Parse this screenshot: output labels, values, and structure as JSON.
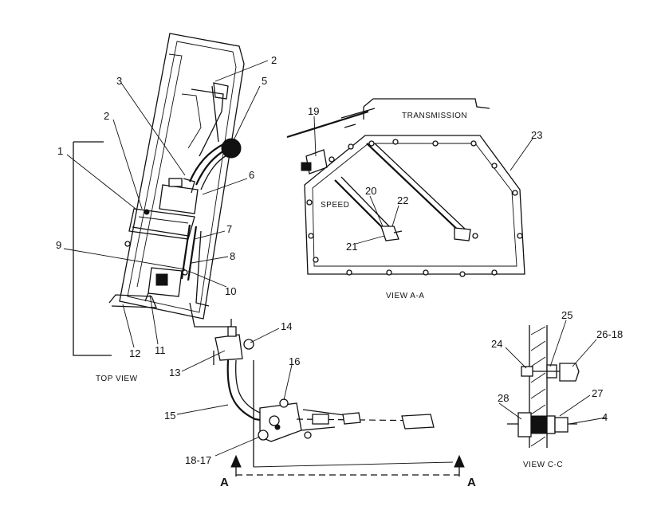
{
  "captions": {
    "top_view": "TOP VIEW",
    "view_a_a": "VIEW A-A",
    "view_c_c": "VIEW C-C",
    "transmission": "TRANSMISSION",
    "speed": "SPEED",
    "section_a_left": "A",
    "section_a_right": "A"
  },
  "callouts": {
    "c1": "1",
    "c2a": "2",
    "c2b": "2",
    "c3": "3",
    "c4": "4",
    "c5": "5",
    "c6": "6",
    "c7": "7",
    "c8": "8",
    "c9": "9",
    "c10": "10",
    "c11": "11",
    "c12": "12",
    "c13": "13",
    "c14": "14",
    "c15": "15",
    "c16": "16",
    "c18_17": "18-17",
    "c19": "19",
    "c20": "20",
    "c21": "21",
    "c22": "22",
    "c23": "23",
    "c24": "24",
    "c25": "25",
    "c26_18": "26-18",
    "c27": "27",
    "c28": "28"
  }
}
